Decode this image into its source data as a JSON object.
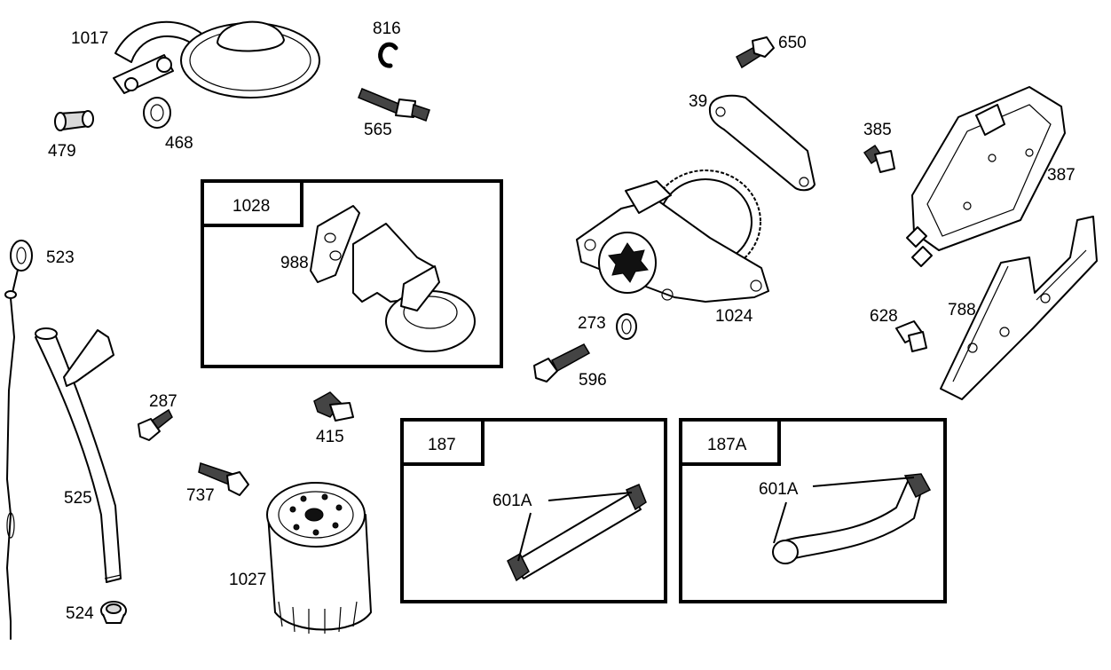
{
  "labels": {
    "p1017": "1017",
    "p816": "816",
    "p650": "650",
    "p39": "39",
    "p479": "479",
    "p468": "468",
    "p565": "565",
    "p385": "385",
    "p387": "387",
    "p523": "523",
    "p988": "988",
    "p788": "788",
    "p628": "628",
    "p273": "273",
    "p1024": "1024",
    "p596": "596",
    "p287": "287",
    "p415": "415",
    "p525": "525",
    "p737": "737",
    "p1027": "1027",
    "p524": "524",
    "p601a_1": "601A",
    "p601a_2": "601A"
  },
  "boxes": {
    "b1028": "1028",
    "b187": "187",
    "b187a": "187A"
  }
}
